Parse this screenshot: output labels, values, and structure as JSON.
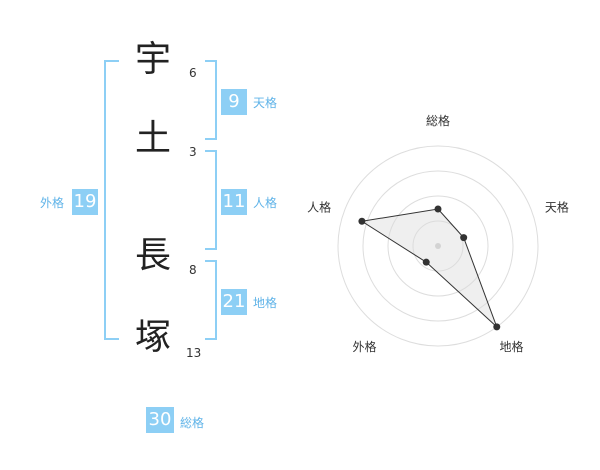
{
  "name": {
    "chars": [
      {
        "char": "宇",
        "strokes": "6"
      },
      {
        "char": "土",
        "strokes": "3"
      },
      {
        "char": "長",
        "strokes": "8"
      },
      {
        "char": "塚",
        "strokes": "13"
      }
    ]
  },
  "fortunes": {
    "tenkaku": {
      "value": "9",
      "label": "天格"
    },
    "jinkaku": {
      "value": "11",
      "label": "人格"
    },
    "chikaku": {
      "value": "21",
      "label": "地格"
    },
    "gaikaku": {
      "value": "19",
      "label": "外格"
    },
    "soukaku": {
      "value": "30",
      "label": "総格"
    }
  },
  "colors": {
    "accent": "#8dcff5",
    "label": "#5fb3e8",
    "ring": "#dddddd",
    "fill": "#eeeeee"
  },
  "chart_data": {
    "type": "radar",
    "axes": [
      "総格",
      "天格",
      "地格",
      "外格",
      "人格"
    ],
    "values": [
      0.37,
      0.27,
      1.0,
      0.2,
      0.8
    ],
    "rings": 4,
    "max": 1
  }
}
